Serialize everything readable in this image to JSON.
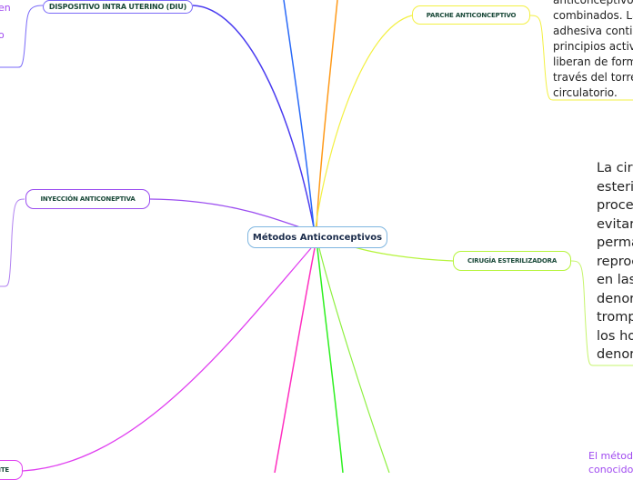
{
  "central": {
    "label": "Métodos Anticonceptivos"
  },
  "colors": {
    "diu": "#4a3cf0",
    "inyeccion": "#9b4df0",
    "parche": "#f3f043",
    "cirugia": "#b6f43c",
    "magenta": "#e040f0",
    "pink": "#ff2fc0",
    "green": "#2ef020",
    "lime": "#8ef040",
    "blue": "#2a6af8",
    "orange": "#ff9a1a"
  },
  "branches": [
    {
      "label": "DISPOSITIVO INTRA UTERINO (DIU)"
    },
    {
      "label": "PARCHE ANTICONCEPTIVO"
    },
    {
      "label": "INYECCIÓN ANTICONEPTIVA"
    },
    {
      "label": "CIRUGÍA ESTERILIZADORA"
    },
    {
      "label": "NTE"
    }
  ],
  "notes": {
    "diu_fragment": [
      "en",
      "o"
    ],
    "parche": [
      "anticonceptivos",
      "combinados. La",
      "adhesiva conti",
      "principios activ",
      "liberan de form",
      "través del torre",
      "circulatorio."
    ],
    "cirugia": [
      "La ciru",
      "esteri",
      "proce",
      "evitar",
      "perma",
      "reproc",
      "en las",
      "denor",
      "tromp",
      "los ho",
      "denor"
    ],
    "bottom_right": [
      "El método",
      "conocido"
    ]
  }
}
